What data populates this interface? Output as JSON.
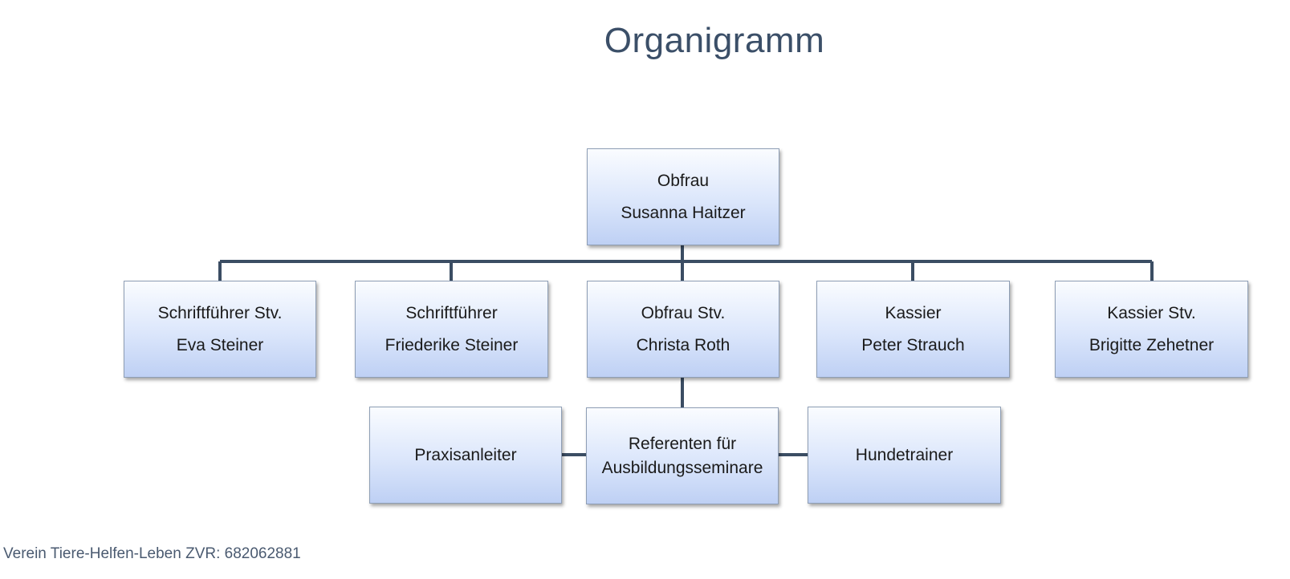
{
  "title": "Organigramm",
  "footer": "Verein Tiere-Helfen-Leben ZVR: 682062881",
  "colors": {
    "title": "#3b4f68",
    "connector": "#3b4d63",
    "box_top": "#fafcff",
    "box_bottom": "#bed0f4",
    "box_border": "#8e9eb5"
  },
  "nodes": {
    "obfrau": {
      "role": "Obfrau",
      "name": "Susanna Haitzer"
    },
    "schriftfuehrer_stv": {
      "role": "Schriftführer Stv.",
      "name": "Eva Steiner"
    },
    "schriftfuehrer": {
      "role": "Schriftführer",
      "name": "Friederike Steiner"
    },
    "obfrau_stv": {
      "role": "Obfrau Stv.",
      "name": "Christa Roth"
    },
    "kassier": {
      "role": "Kassier",
      "name": "Peter Strauch"
    },
    "kassier_stv": {
      "role": "Kassier Stv.",
      "name": "Brigitte Zehetner"
    },
    "praxisanleiter": {
      "label": "Praxisanleiter"
    },
    "referenten": {
      "line1": "Referenten für",
      "line2": "Ausbildungsseminare"
    },
    "hundetrainer": {
      "label": "Hundetrainer"
    }
  }
}
